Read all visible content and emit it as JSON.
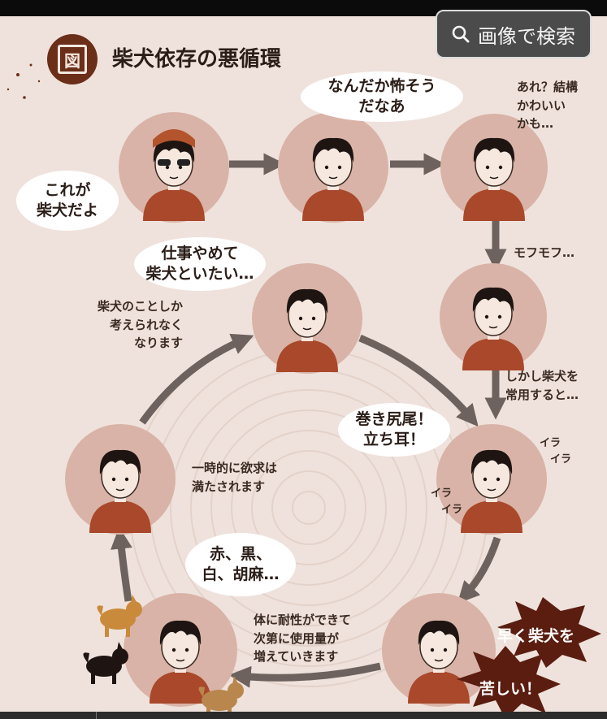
{
  "search_button": {
    "label": "画像で検索",
    "icon": "magnifier-icon"
  },
  "title": {
    "badge": "図",
    "text": "柴犬依存の悪循環"
  },
  "colors": {
    "background": "#efe2dc",
    "circle": "#d9b3a7",
    "arrow": "#6d625d",
    "shirt": "#a9482a",
    "badge": "#6b2e18",
    "burst": "#5a1d10"
  },
  "speech": {
    "kore_ga": "これが\n柴犬だよ",
    "nandaka": "なんだか怖そう\nだなあ",
    "shigoto": "仕事やめて\n柴犬といたい…",
    "makishippo": "巻き尻尾！\n立ち耳！",
    "colors_list": "赤、黒、\n白、胡麻…"
  },
  "notes": {
    "are_kekkou": "あれ？結構\nかわいい\nかも…",
    "mofumofu": "モフモフ…",
    "shikashi": "しかし柴犬を\n常用すると…",
    "shiba_no_koto": "柴犬のことしか\n考えられなく\nなります",
    "ichijiteki": "一時的に欲求は\n満たされます",
    "taisei": "体に耐性ができて\n次第に使用量が\n増えていきます",
    "ira1": "イラ\n　イラ",
    "ira2": "イラ\n　イラ"
  },
  "bursts": {
    "hayaku": "早く柴犬を",
    "kurushii": "苦しい！"
  }
}
